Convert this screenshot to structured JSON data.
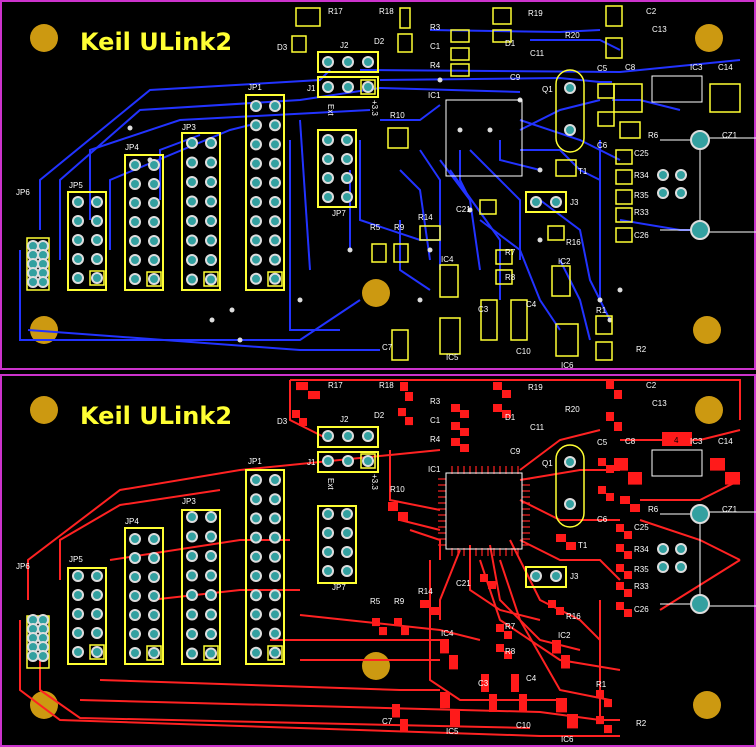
{
  "boards": [
    {
      "id": "top-layer",
      "title": "Keil  ULink2",
      "layer_color": "#2233ff",
      "border_color": "#cc33cc"
    },
    {
      "id": "bottom-layer",
      "title": "Keil  ULink2",
      "layer_color": "#ff2222",
      "border_color": "#cc33cc"
    }
  ],
  "labels": {
    "R17": "R17",
    "R18": "R18",
    "R19": "R19",
    "R3": "R3",
    "R4": "R4",
    "C1": "C1",
    "D1": "D1",
    "C11": "C11",
    "C9": "C9",
    "R20": "R20",
    "C2": "C2",
    "C13": "C13",
    "D3": "D3",
    "J2": "J2",
    "D2": "D2",
    "J1": "J1",
    "Ext": "Ext",
    "V33": "+3.3",
    "IC1": "IC1",
    "Q1": "Q1",
    "C5": "C5",
    "C8": "C8",
    "IC3": "IC3",
    "C14": "C14",
    "R10": "R10",
    "C6": "C6",
    "R6": "R6",
    "C21": "C21",
    "C25": "C25",
    "T1": "T1",
    "R34": "R34",
    "R35": "R35",
    "R33": "R33",
    "C26": "C26",
    "JP1": "JP1",
    "JP3": "JP3",
    "JP4": "JP4",
    "JP5": "JP5",
    "JP6": "JP6",
    "JP7": "JP7",
    "R5": "R5",
    "R9": "R9",
    "R14": "R14",
    "J3": "J3",
    "R16": "R16",
    "R7": "R7",
    "R8": "R8",
    "IC4": "IC4",
    "IC2": "IC2",
    "C3": "C3",
    "C4": "C4",
    "R1": "R1",
    "C7": "C7",
    "IC5": "IC5",
    "C10": "C10",
    "IC6": "IC6",
    "R2": "R2",
    "CZ1": "CZ1",
    "pad_num": "4"
  },
  "colors": {
    "board_bg": "#000000",
    "silk": "#ffff33",
    "pad_fill": "#33a0a0",
    "pad_ring": "#dddddd",
    "mount_hole": "#cc9911",
    "smd_pad": "#ff1a1a"
  }
}
